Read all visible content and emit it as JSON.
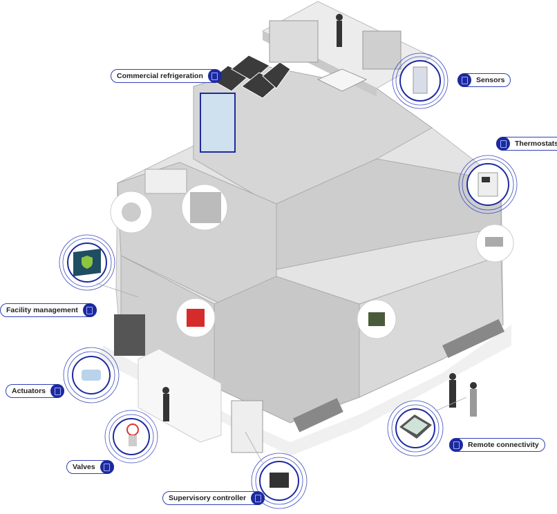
{
  "labels": {
    "commercial_refrigeration": "Commercial refrigeration",
    "sensors": "Sensors",
    "thermostats": "Thermostats",
    "facility_management": "Facility management",
    "actuators": "Actuators",
    "valves": "Valves",
    "supervisory_controller": "Supervisory controller",
    "remote_connectivity": "Remote connectivity"
  },
  "icons": {
    "label_icon": "document-icon"
  },
  "colors": {
    "accent": "#1d2a9e",
    "ring": "#3a48c0",
    "building": "#e6e6e6"
  }
}
